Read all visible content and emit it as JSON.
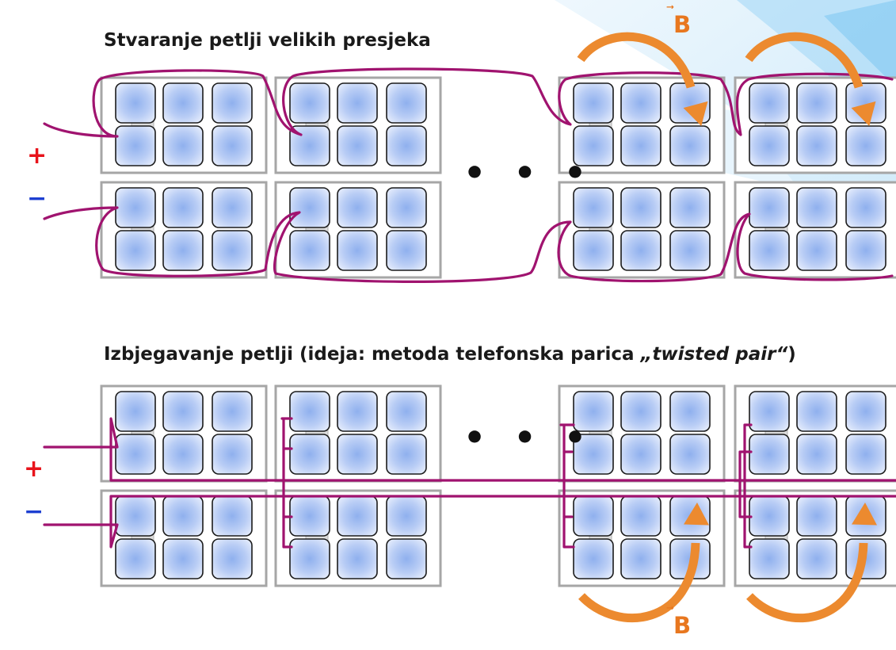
{
  "titles": {
    "top": "Stvaranje petlji velikih presjeka",
    "bottom_prefix": "Izbjegavanje petlji (ideja: metoda telefonska parica ",
    "bottom_emph": "„twisted pair“",
    "bottom_suffix": ")"
  },
  "signs": {
    "plus": "+",
    "minus": "−"
  },
  "ellipsis": "• • •",
  "field_label": "B",
  "field_arrow": "⃗",
  "colors": {
    "wire": "#a0136f",
    "arrow": "#ec8a2f",
    "cell": "#a8c0f0",
    "frame": "#a6a6a6",
    "plus": "#e8131b",
    "minus": "#1d3fd1"
  }
}
